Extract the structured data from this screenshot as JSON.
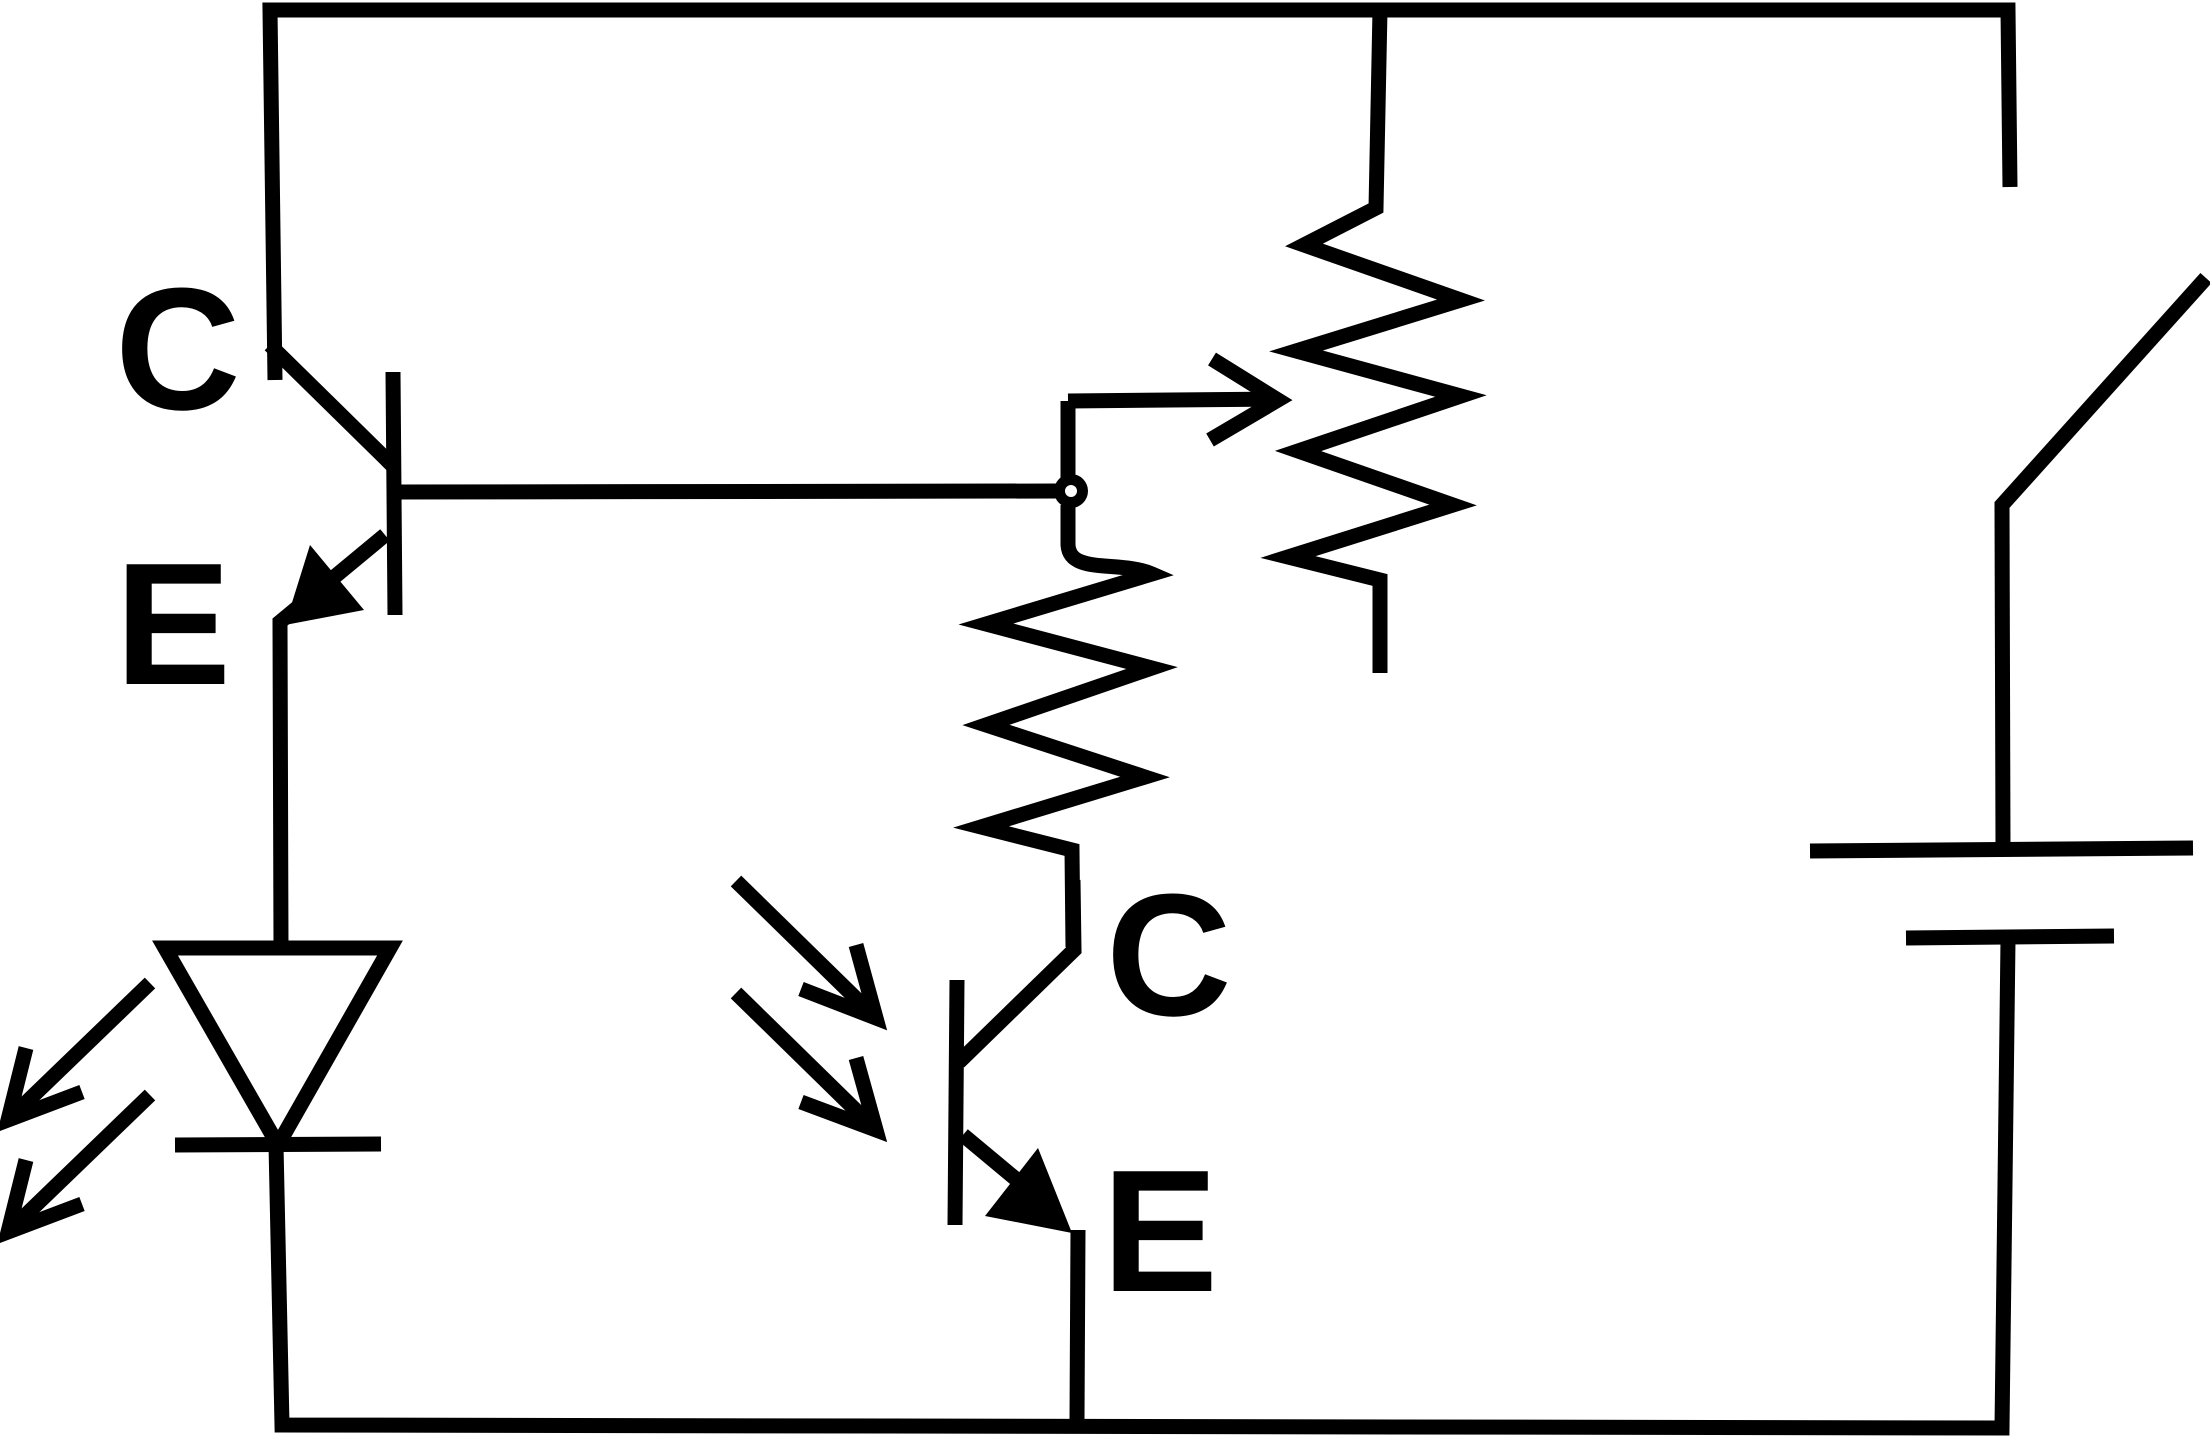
{
  "diagram": {
    "stroke_color": "#000000",
    "background_color": "#ffffff",
    "labels": {
      "top_transistor_collector": "C",
      "top_transistor_emitter": "E",
      "photo_transistor_collector": "C",
      "photo_transistor_emitter": "E"
    }
  }
}
